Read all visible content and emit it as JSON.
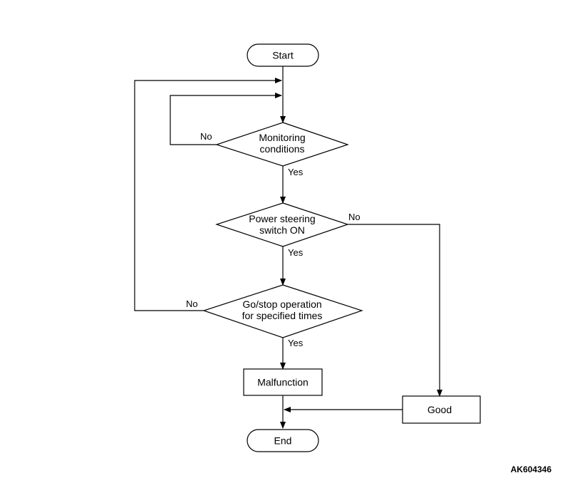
{
  "nodes": {
    "start": "Start",
    "monitoring": [
      "Monitoring",
      "conditions"
    ],
    "power_steering": [
      "Power steering",
      "switch ON"
    ],
    "go_stop": [
      "Go/stop operation",
      "for specified times"
    ],
    "malfunction": "Malfunction",
    "good": "Good",
    "end": "End"
  },
  "edge_labels": {
    "monitoring_no": "No",
    "monitoring_yes": "Yes",
    "power_steering_no": "No",
    "power_steering_yes": "Yes",
    "go_stop_no": "No",
    "go_stop_yes": "Yes"
  },
  "figure_id": "AK604346"
}
